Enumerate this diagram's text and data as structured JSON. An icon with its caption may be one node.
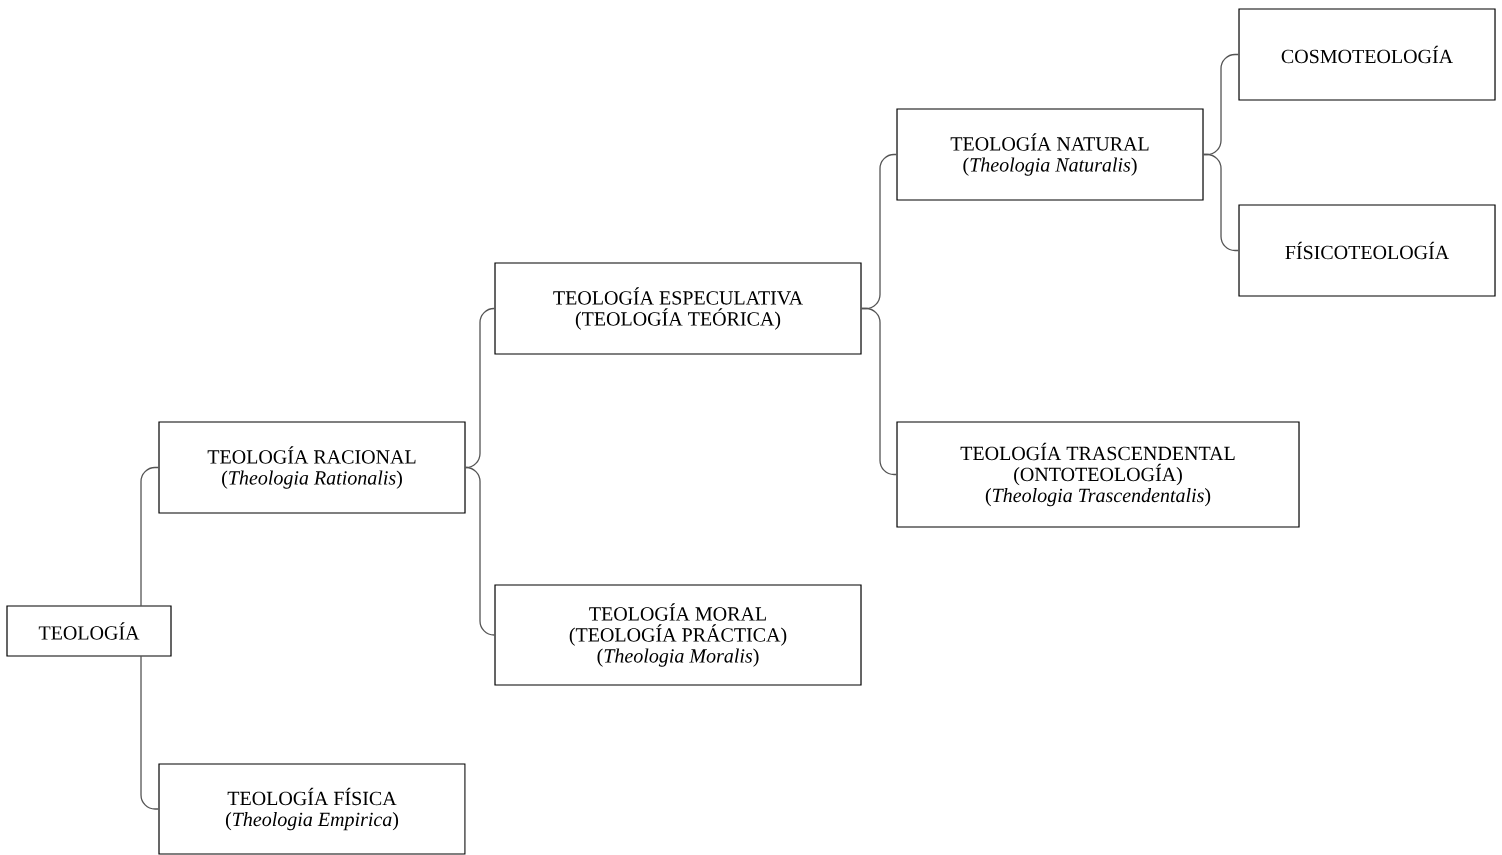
{
  "diagram": {
    "nodes": [
      {
        "text": [
          "TEOLOGÍA"
        ]
      },
      {
        "text": [
          "TEOLOGÍA RACIONAL",
          "(*Theologia Rationalis*)"
        ]
      },
      {
        "text": [
          "TEOLOGÍA FÍSICA",
          "(*Theologia Empirica*)"
        ]
      },
      {
        "text": [
          "TEOLOGÍA ESPECULATIVA",
          "(TEOLOGÍA TEÓRICA)"
        ]
      },
      {
        "text": [
          "TEOLOGÍA MORAL",
          "(TEOLOGÍA PRÁCTICA)",
          "(*Theologia Moralis*)"
        ]
      },
      {
        "text": [
          "TEOLOGÍA NATURAL",
          "(*Theologia Naturalis*)"
        ]
      },
      {
        "text": [
          "TEOLOGÍA TRASCENDENTAL",
          "(ONTOTEOLOGÍA)",
          "(*Theologia Trascendentalis*)"
        ]
      },
      {
        "text": [
          "COSMOTEOLOGÍA"
        ]
      },
      {
        "text": [
          "FÍSICOTEOLOGÍA"
        ]
      }
    ],
    "edges": [
      {
        "from": 0,
        "to": 1,
        "arrow": "none"
      },
      {
        "from": 0,
        "to": 2,
        "arrow": "none"
      },
      {
        "from": 1,
        "to": 3,
        "arrow": "none"
      },
      {
        "from": 1,
        "to": 4,
        "arrow": "none"
      },
      {
        "from": 3,
        "to": 5,
        "arrow": "none"
      },
      {
        "from": 3,
        "to": 6,
        "arrow": "none"
      },
      {
        "from": 5,
        "to": 7,
        "arrow": "none"
      },
      {
        "from": 5,
        "to": 8,
        "arrow": "none"
      }
    ]
  }
}
